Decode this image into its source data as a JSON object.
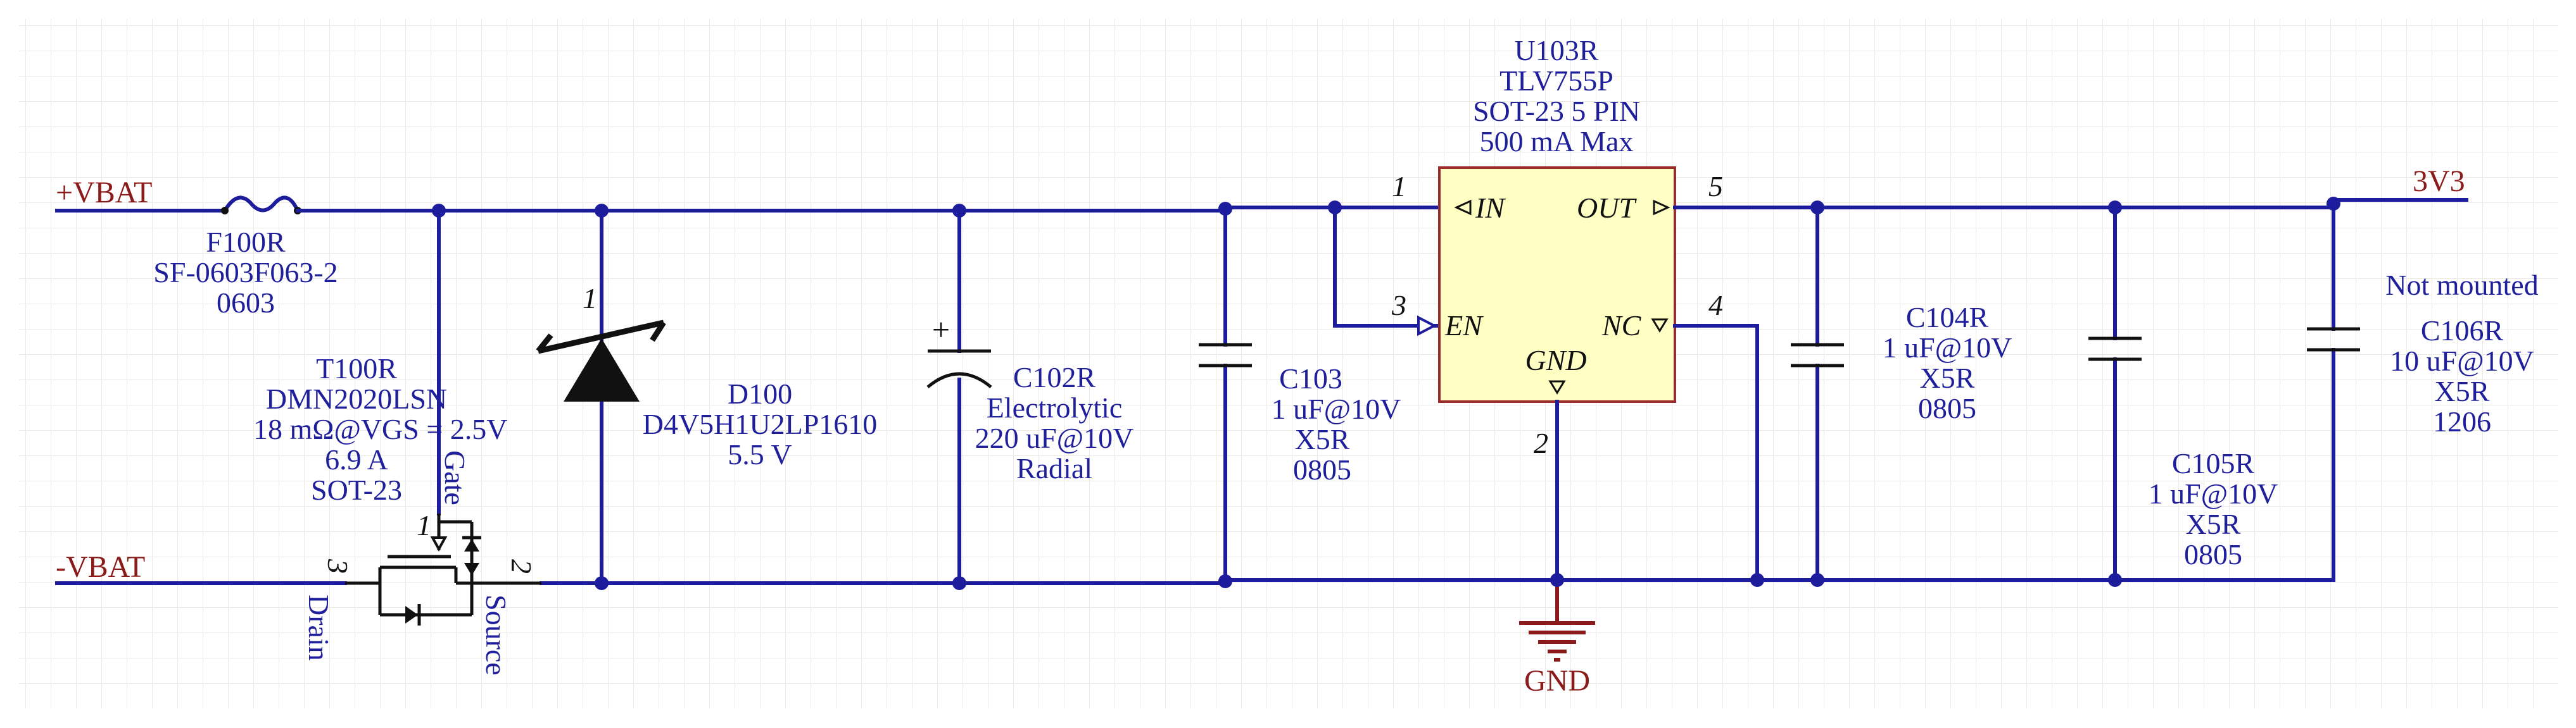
{
  "colors": {
    "background": "#ffffff",
    "grid": "#ece9e2",
    "wire": "#1c1c9c",
    "label": "#1f1f9c",
    "net_label": "#8b1a1a",
    "ic_fill": "#ffffc4",
    "ic_border": "#9c2b2b",
    "gnd": "#8b1a1a"
  },
  "nets": {
    "vbat_pos": "+VBAT",
    "vbat_neg": "-VBAT",
    "out_3v3": "3V3",
    "gnd": "GND"
  },
  "fuse": {
    "ref": "F100R",
    "part": "SF-0603F063-2",
    "package": "0603"
  },
  "mosfet": {
    "ref": "T100R",
    "part": "DMN2020LSN",
    "rds": "18 mΩ@VGS = 2.5V",
    "current": "6.9 A",
    "package": "SOT-23",
    "pin_gate": "Gate",
    "pin_drain": "Drain",
    "pin_source": "Source",
    "pin1": "1",
    "pin2": "2",
    "pin3": "3"
  },
  "diode": {
    "ref": "D100",
    "part": "D4V5H1U2LP1610",
    "voltage": "5.5 V",
    "pin1": "1"
  },
  "c102": {
    "ref": "C102R",
    "type": "Electrolytic",
    "value": "220 uF@10V",
    "package": "Radial",
    "polarity": "+"
  },
  "c103": {
    "ref": "C103",
    "value": "1 uF@10V",
    "dielectric": "X5R",
    "package": "0805"
  },
  "regulator": {
    "ref": "U103R",
    "part": "TLV755P",
    "package": "SOT-23 5 PIN",
    "rating": "500 mA Max",
    "pin_in": "IN",
    "pin_out": "OUT",
    "pin_en": "EN",
    "pin_nc": "NC",
    "pin_gnd": "GND",
    "pin1": "1",
    "pin2": "2",
    "pin3": "3",
    "pin4": "4",
    "pin5": "5"
  },
  "c104": {
    "ref": "C104R",
    "value": "1 uF@10V",
    "dielectric": "X5R",
    "package": "0805"
  },
  "c105": {
    "ref": "C105R",
    "value": "1 uF@10V",
    "dielectric": "X5R",
    "package": "0805"
  },
  "c106": {
    "note": "Not mounted",
    "ref": "C106R",
    "value": "10 uF@10V",
    "dielectric": "X5R",
    "package": "1206"
  }
}
